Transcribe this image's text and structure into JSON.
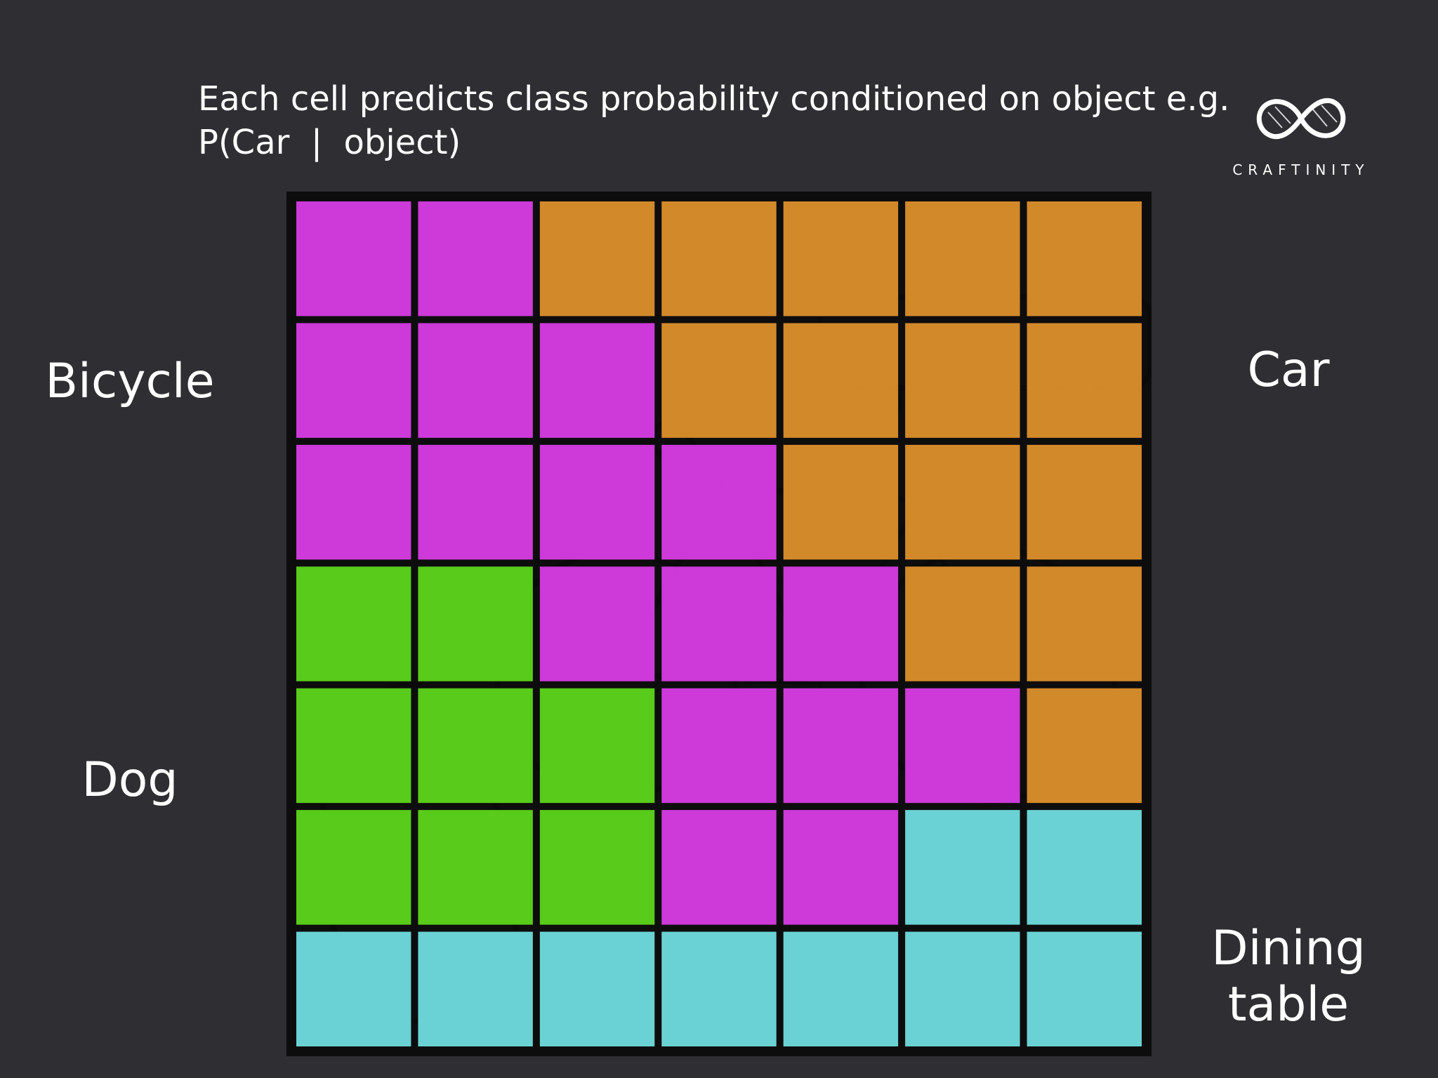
{
  "title": {
    "line1": "Each cell predicts class probability conditioned on object e.g.",
    "line2": "P(Car  |  object)"
  },
  "logo": {
    "icon": "infinity-knot-icon",
    "wordmark": "CRAFTINITY"
  },
  "labels": {
    "bicycle": "Bicycle",
    "car": "Car",
    "dog": "Dog",
    "dining_line1": "Dining",
    "dining_line2": "table"
  },
  "colors": {
    "background": "#2e2e33",
    "bicycle": "#e23ff0",
    "car": "#e8972e",
    "dog": "#62e01c",
    "dining_table": "#74e8ea"
  },
  "grid": {
    "rows": 7,
    "cols": 7,
    "class_map": [
      [
        "B",
        "B",
        "C",
        "C",
        "C",
        "C",
        "C"
      ],
      [
        "B",
        "B",
        "B",
        "C",
        "C",
        "C",
        "C"
      ],
      [
        "B",
        "B",
        "B",
        "B",
        "C",
        "C",
        "C"
      ],
      [
        "D",
        "D",
        "B",
        "B",
        "B",
        "C",
        "C"
      ],
      [
        "D",
        "D",
        "D",
        "B",
        "B",
        "B",
        "C"
      ],
      [
        "D",
        "D",
        "D",
        "B",
        "B",
        "T",
        "T"
      ],
      [
        "T",
        "T",
        "T",
        "T",
        "T",
        "T",
        "T"
      ]
    ],
    "legend": {
      "B": "bicycle",
      "C": "car",
      "D": "dog",
      "T": "dining_table"
    }
  }
}
